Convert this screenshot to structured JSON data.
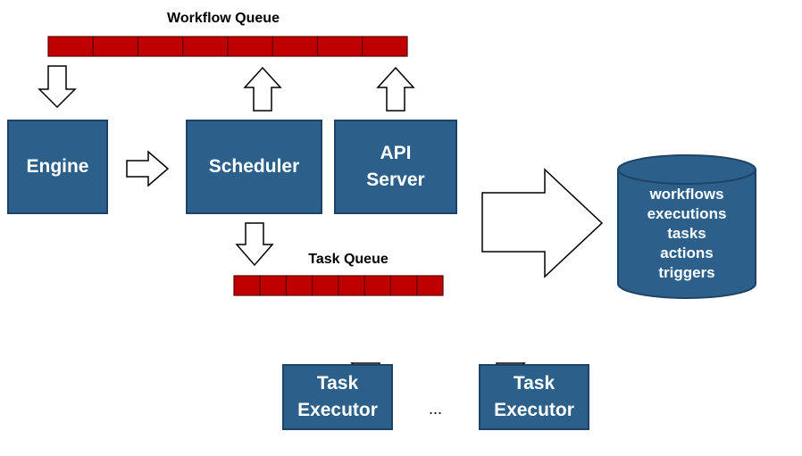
{
  "colors": {
    "box_fill": "#2c5f8a",
    "box_border": "#1d4466",
    "queue_fill": "#c00000",
    "queue_border": "#5a0000",
    "arrow_fill": "#ffffff",
    "arrow_stroke": "#000000"
  },
  "workflow_queue": {
    "label": "Workflow Queue",
    "slots": 8
  },
  "task_queue": {
    "label": "Task Queue",
    "slots": 8
  },
  "components": {
    "engine": "Engine",
    "scheduler": "Scheduler",
    "api_server_line1": "API",
    "api_server_line2": "Server",
    "task_executor_1_line1": "Task",
    "task_executor_1_line2": "Executor",
    "task_executor_2_line1": "Task",
    "task_executor_2_line2": "Executor",
    "ellipsis": "..."
  },
  "database": {
    "items": [
      "workflows",
      "executions",
      "tasks",
      "actions",
      "triggers"
    ]
  }
}
